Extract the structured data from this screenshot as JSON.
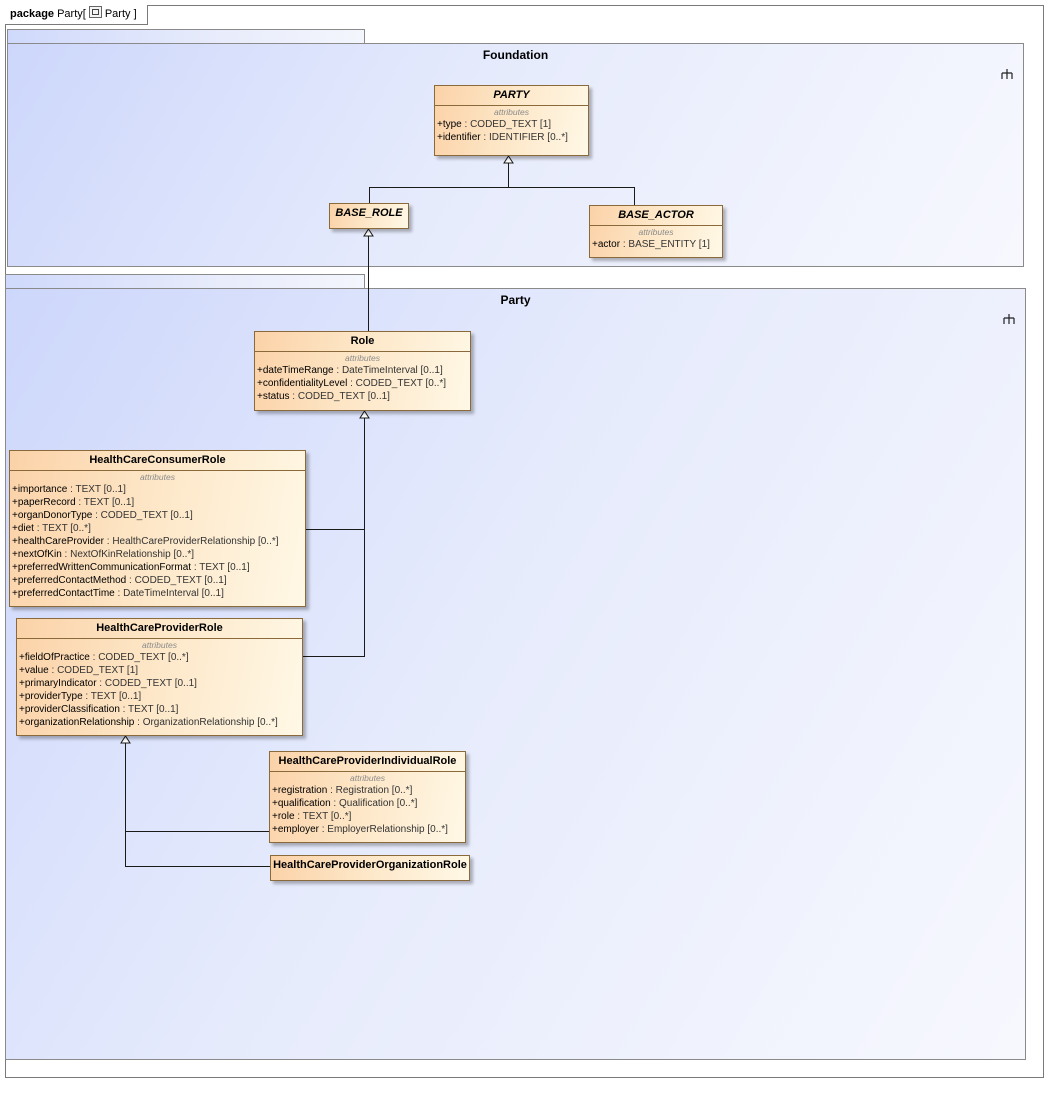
{
  "frame": {
    "keyword": "package",
    "name": "Party",
    "bracket_open": "[",
    "diagram_name": "Party",
    "bracket_close": "]"
  },
  "packages": {
    "foundation": {
      "title": "Foundation"
    },
    "party": {
      "title": "Party"
    }
  },
  "classes": {
    "party_cls": {
      "name": "PARTY",
      "section": "attributes",
      "attrs": [
        {
          "name": "+type",
          "type": " : CODED_TEXT [1]"
        },
        {
          "name": "+identifier",
          "type": " : IDENTIFIER [0..*]"
        }
      ]
    },
    "base_role": {
      "name": "BASE_ROLE"
    },
    "base_actor": {
      "name": "BASE_ACTOR",
      "section": "attributes",
      "attrs": [
        {
          "name": "+actor",
          "type": " : BASE_ENTITY [1]"
        }
      ]
    },
    "role": {
      "name": "Role",
      "section": "attributes",
      "attrs": [
        {
          "name": "+dateTimeRange",
          "type": " : DateTimeInterval [0..1]"
        },
        {
          "name": "+confidentialityLevel",
          "type": " : CODED_TEXT [0..*]"
        },
        {
          "name": "+status",
          "type": " : CODED_TEXT [0..1]"
        }
      ]
    },
    "consumer": {
      "name": "HealthCareConsumerRole",
      "section": "attributes",
      "attrs": [
        {
          "name": "+importance",
          "type": " : TEXT [0..1]"
        },
        {
          "name": "+paperRecord",
          "type": " : TEXT [0..1]"
        },
        {
          "name": "+organDonorType",
          "type": " : CODED_TEXT [0..1]"
        },
        {
          "name": "+diet",
          "type": " : TEXT [0..*]"
        },
        {
          "name": "+healthCareProvider",
          "type": " : HealthCareProviderRelationship [0..*]"
        },
        {
          "name": "+nextOfKin",
          "type": " : NextOfKinRelationship [0..*]"
        },
        {
          "name": "+preferredWrittenCommunicationFormat",
          "type": " : TEXT [0..1]"
        },
        {
          "name": "+preferredContactMethod",
          "type": " : CODED_TEXT [0..1]"
        },
        {
          "name": "+preferredContactTime",
          "type": " : DateTimeInterval [0..1]"
        }
      ]
    },
    "provider": {
      "name": "HealthCareProviderRole",
      "section": "attributes",
      "attrs": [
        {
          "name": "+fieldOfPractice",
          "type": " : CODED_TEXT [0..*]"
        },
        {
          "name": "+value",
          "type": " : CODED_TEXT [1]"
        },
        {
          "name": "+primaryIndicator",
          "type": " : CODED_TEXT [0..1]"
        },
        {
          "name": "+providerType",
          "type": " : TEXT [0..1]"
        },
        {
          "name": "+providerClassification",
          "type": " : TEXT [0..1]"
        },
        {
          "name": "+organizationRelationship",
          "type": " : OrganizationRelationship [0..*]"
        }
      ]
    },
    "individual": {
      "name": "HealthCareProviderIndividualRole",
      "section": "attributes",
      "attrs": [
        {
          "name": "+registration",
          "type": " : Registration [0..*]"
        },
        {
          "name": "+qualification",
          "type": " : Qualification [0..*]"
        },
        {
          "name": "+role",
          "type": " : TEXT [0..*]"
        },
        {
          "name": "+employer",
          "type": " : EmployerRelationship [0..*]"
        }
      ]
    },
    "organization": {
      "name": "HealthCareProviderOrganizationRole"
    }
  },
  "icons": {
    "package_corner": "structure-icon",
    "frame_icon": "diagram-icon"
  },
  "colors": {
    "class_fill_start": "#fbd2a8",
    "class_fill_end": "#fff8e6",
    "package_fill_start": "#cdd7fb",
    "package_fill_end": "#f7f8fe",
    "edge": "#1a1a1a"
  }
}
